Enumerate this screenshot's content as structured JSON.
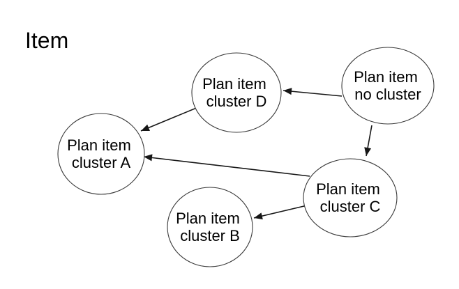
{
  "title": "Item",
  "colors": {
    "background": "#ffffff",
    "node_fill": "#ffffff",
    "node_stroke": "#3a3a3a",
    "edge": "#161616",
    "text": "#000000"
  },
  "nodes": {
    "cluster_d": {
      "label_line1": "Plan item",
      "label_line2": "cluster D"
    },
    "no_cluster": {
      "label_line1": "Plan item",
      "label_line2": "no cluster"
    },
    "cluster_a": {
      "label_line1": "Plan item",
      "label_line2": "cluster A"
    },
    "cluster_c": {
      "label_line1": "Plan item",
      "label_line2": "cluster C"
    },
    "cluster_b": {
      "label_line1": "Plan item",
      "label_line2": "cluster B"
    }
  },
  "edges": [
    {
      "from": "no_cluster",
      "to": "cluster_d"
    },
    {
      "from": "no_cluster",
      "to": "cluster_c"
    },
    {
      "from": "cluster_d",
      "to": "cluster_a"
    },
    {
      "from": "cluster_c",
      "to": "cluster_a"
    },
    {
      "from": "cluster_c",
      "to": "cluster_b"
    }
  ]
}
